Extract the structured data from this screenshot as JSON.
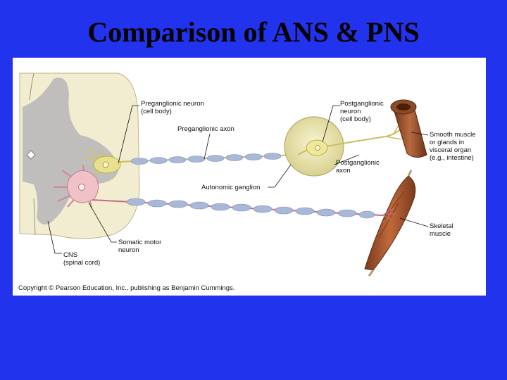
{
  "slide": {
    "title": "Comparison of ANS & PNS",
    "background_color": "#2233ee"
  },
  "figure": {
    "labels": {
      "preganglionic_neuron": [
        "Preganglionic neuron",
        "(cell body)"
      ],
      "preganglionic_axon": [
        "Preganglionic axon"
      ],
      "postganglionic_neuron": [
        "Postganglionic",
        "neuron",
        "(cell body)"
      ],
      "postganglionic_axon": [
        "Postganglionic",
        "axon"
      ],
      "autonomic_ganglion": [
        "Autonomic ganglion"
      ],
      "smooth_muscle": [
        "Smooth muscle",
        "or glands in",
        "visceral organ",
        "(e.g., intestine)"
      ],
      "skeletal_muscle": [
        "Skeletal",
        "muscle"
      ],
      "somatic_motor_neuron": [
        "Somatic motor",
        "neuron"
      ],
      "cns": [
        "CNS",
        "(spinal cord)"
      ]
    },
    "copyright": "Copyright © Pearson Education, Inc., publishing as Benjamin Cummings."
  },
  "colors": {
    "spinal_cord": "#f2ecd0",
    "grey_matter": "#b9b9b9",
    "autonomic_neuron": "#e8e08a",
    "somatic_neuron": "#f0c2c8",
    "myelin": "#aab8d8",
    "muscle": "#9a4a2a"
  }
}
